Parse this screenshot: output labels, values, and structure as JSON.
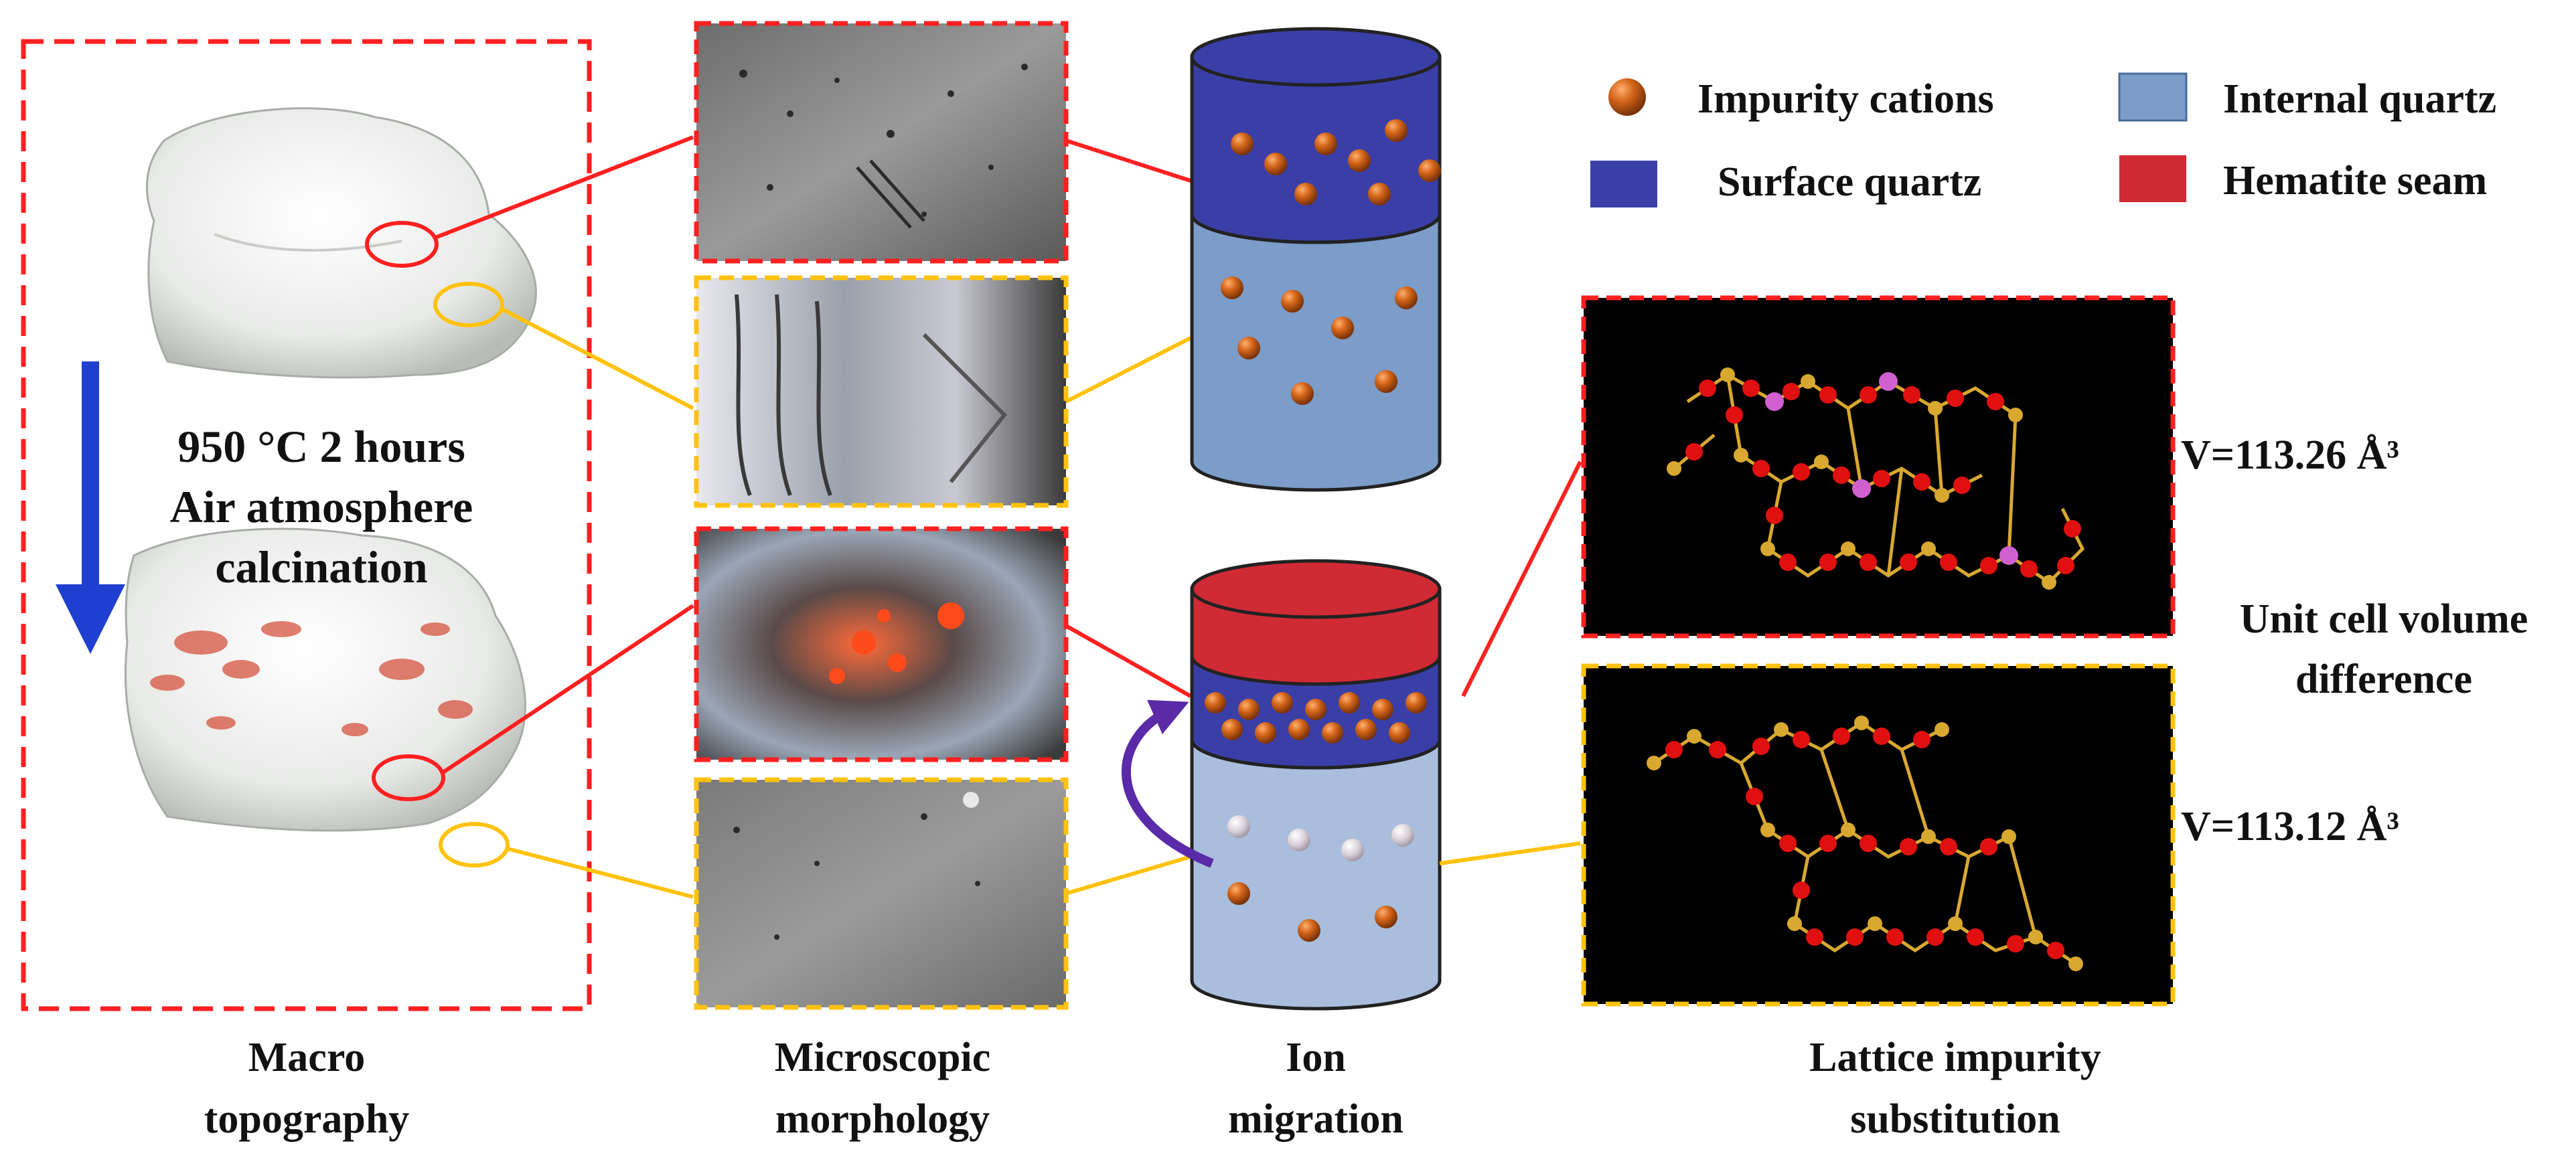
{
  "legend": {
    "impurity_cations": "Impurity cations",
    "internal_quartz": "Internal quartz",
    "surface_quartz": "Surface quartz",
    "hematite_seam": "Hematite seam"
  },
  "process": {
    "line1": "950 °C 2 hours",
    "line2": "Air atmosphere",
    "line3": "calcination"
  },
  "volume_top": "V=113.26 Å³",
  "volume_bottom": "V=113.12 Å³",
  "volume_diff": {
    "line1": "Unit cell volume",
    "line2": "difference"
  },
  "captions": {
    "macro": [
      "Macro",
      "topography"
    ],
    "micro": [
      "Microscopic",
      "morphology"
    ],
    "ion": [
      "Ion",
      "migration"
    ],
    "lattice": [
      "Lattice impurity",
      "substitution"
    ]
  },
  "colors": {
    "highlight_red": "#ff2020",
    "highlight_yellow": "#ffc20e",
    "surface_quartz": "#3a3fa8",
    "internal_quartz": "#7c9cc9",
    "hematite_seam": "#d02a35",
    "impurity_cation": "#c25a10",
    "arrow_blue": "#1f3fd1"
  }
}
